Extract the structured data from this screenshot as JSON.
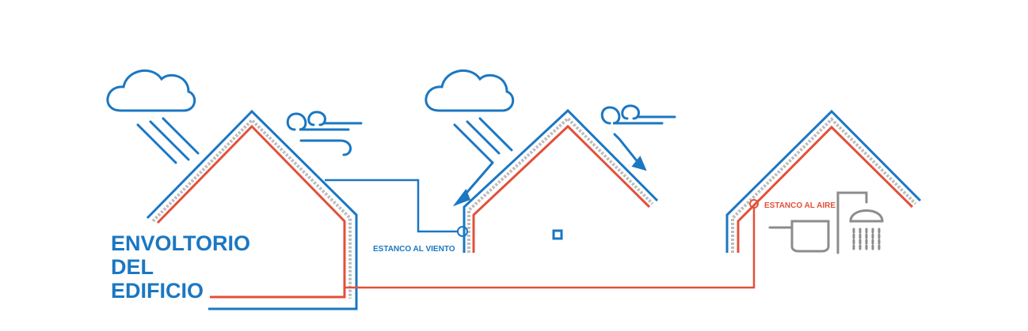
{
  "title": {
    "line1": "ENVOLTORIO",
    "line2": "DEL",
    "line3": "EDIFICIO"
  },
  "labels": {
    "wind": "ESTANCO AL VIENTO",
    "air": "ESTANCO AL AIRE"
  },
  "icons": [
    "cloud-rain-icon",
    "wind-icon",
    "pot-icon",
    "shower-icon",
    "window-icon"
  ],
  "colors": {
    "outer_blue": "#1b77c2",
    "inner_red": "#e2503a",
    "insulation_gray": "#bdbdbd",
    "icon_gray": "#8c8c8c"
  }
}
